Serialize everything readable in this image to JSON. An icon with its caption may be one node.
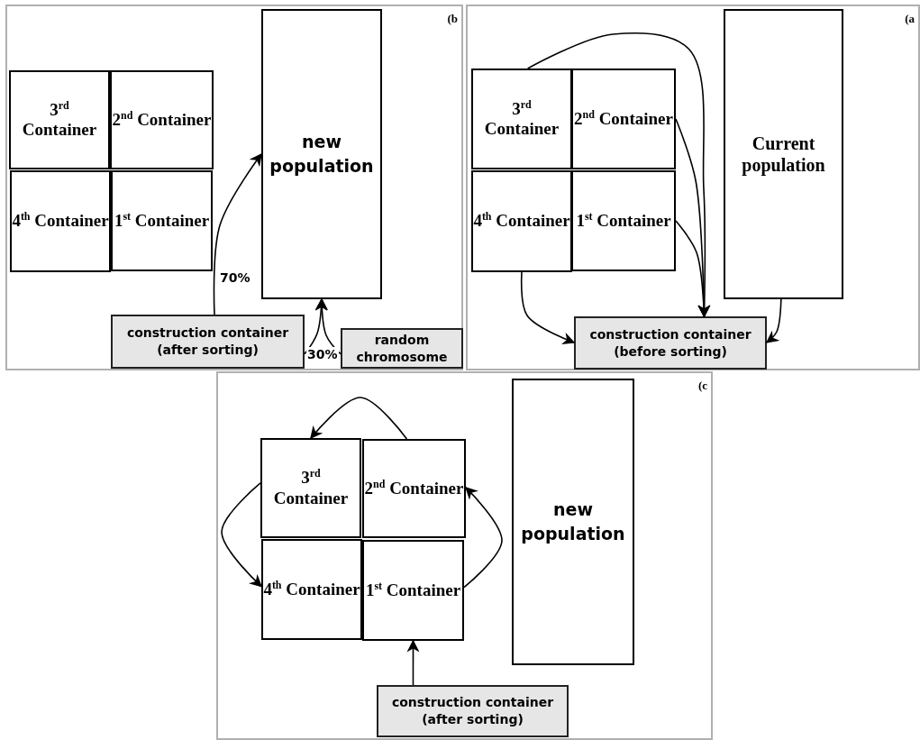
{
  "diagram": {
    "nodes": [
      {
        "text": [
          "(b"
        ]
      },
      {
        "text": [
          "3$^{rd}$ Container"
        ],
        "in": 0
      },
      {
        "text": [
          "2$^{nd}$ Container"
        ],
        "in": 0
      },
      {
        "text": [
          "4$^{th}$ Container"
        ],
        "in": 0
      },
      {
        "text": [
          "1$^{st}$ Container"
        ],
        "in": 0
      },
      {
        "text": [
          "new population"
        ],
        "in": 0
      },
      {
        "text": [
          "construction container (after sorting)"
        ],
        "in": 0
      },
      {
        "text": [
          "random chromosome"
        ],
        "in": 0
      },
      {
        "text": [
          "(a"
        ]
      },
      {
        "text": [
          "3$^{rd}$ Container"
        ],
        "in": 8
      },
      {
        "text": [
          "2$^{nd}$ Container"
        ],
        "in": 8
      },
      {
        "text": [
          "4$^{th}$ Container"
        ],
        "in": 8
      },
      {
        "text": [
          "1$^{st}$ Container"
        ],
        "in": 8
      },
      {
        "text": [
          "Current population"
        ],
        "in": 8
      },
      {
        "text": [
          "construction container (before sorting)"
        ],
        "in": 8
      },
      {
        "text": [
          "(c"
        ]
      },
      {
        "text": [
          "3$^{rd}$ Container"
        ],
        "in": 15
      },
      {
        "text": [
          "2$^{nd}$ Container"
        ],
        "in": 15
      },
      {
        "text": [
          "4$^{th}$ Container"
        ],
        "in": 15
      },
      {
        "text": [
          "1$^{st}$ Container"
        ],
        "in": 15
      },
      {
        "text": [
          "new population"
        ],
        "in": 15
      },
      {
        "text": [
          "construction container (after sorting)"
        ],
        "in": 15
      }
    ],
    "edges": [
      {
        "from": 6,
        "to": 5,
        "arrow": "to",
        "label": "70%"
      },
      {
        "from": 6,
        "to": 5,
        "arrow": "to"
      },
      {
        "from": 7,
        "to": 5,
        "arrow": "to",
        "label": "30%"
      },
      {
        "from": 9,
        "to": 14,
        "arrow": "to"
      },
      {
        "from": 10,
        "to": 14,
        "arrow": "to"
      },
      {
        "from": 12,
        "to": 14,
        "arrow": "to"
      },
      {
        "from": 11,
        "to": 14,
        "arrow": "to"
      },
      {
        "from": 13,
        "to": 14,
        "arrow": "to"
      },
      {
        "from": 17,
        "to": 16,
        "arrow": "to"
      },
      {
        "from": 16,
        "to": 18,
        "arrow": "to"
      },
      {
        "from": 19,
        "to": 17,
        "arrow": "to"
      },
      {
        "from": 21,
        "to": 19,
        "arrow": "to"
      }
    ]
  }
}
